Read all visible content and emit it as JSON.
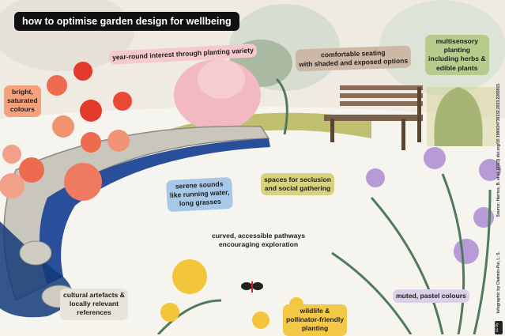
{
  "title": "how to optimise garden design for wellbeing",
  "labels": {
    "planting_variety": "year-round interest through planting variety",
    "seating_1": "comfortable seating",
    "seating_2": "with shaded and exposed options",
    "multisensory_1": "multisensory",
    "multisensory_2": "planting",
    "multisensory_3": "including herbs &",
    "multisensory_4": "edible plants",
    "bright_1": "bright,",
    "bright_2": "saturated",
    "bright_3": "colours",
    "serene_1": "serene sounds",
    "serene_2": "like running water,",
    "serene_3": "long grasses",
    "seclusion_1": "spaces for seclusion",
    "seclusion_2": "and social gathering",
    "pathways_1": "curved, accessible pathways",
    "pathways_2": "encouraging exploration",
    "cultural_1": "cultural artefacts &",
    "cultural_2": "locally relevant",
    "cultural_3": "references",
    "wildlife_1": "wildlife &",
    "wildlife_2": "pollinator-friendly",
    "wildlife_3": "planting",
    "muted": "muted, pastel colours"
  },
  "credits": {
    "source": "Source: Harries, B. et al. (2023) doi.org/10.1080/24735132.2023.2265915",
    "infographic": "Infographic by Chalmin-Pui, L. S.",
    "license_icons": "cc by"
  },
  "colors": {
    "pink": "#f6c9cd",
    "tan": "#cdb8a6",
    "green": "#b7cc8c",
    "orange": "#f6a07c",
    "blue": "#a8c8e8",
    "olive": "#d8d27e",
    "grey": "#e7e4da",
    "yellow": "#f3c947",
    "lavender": "#dccfe8"
  }
}
